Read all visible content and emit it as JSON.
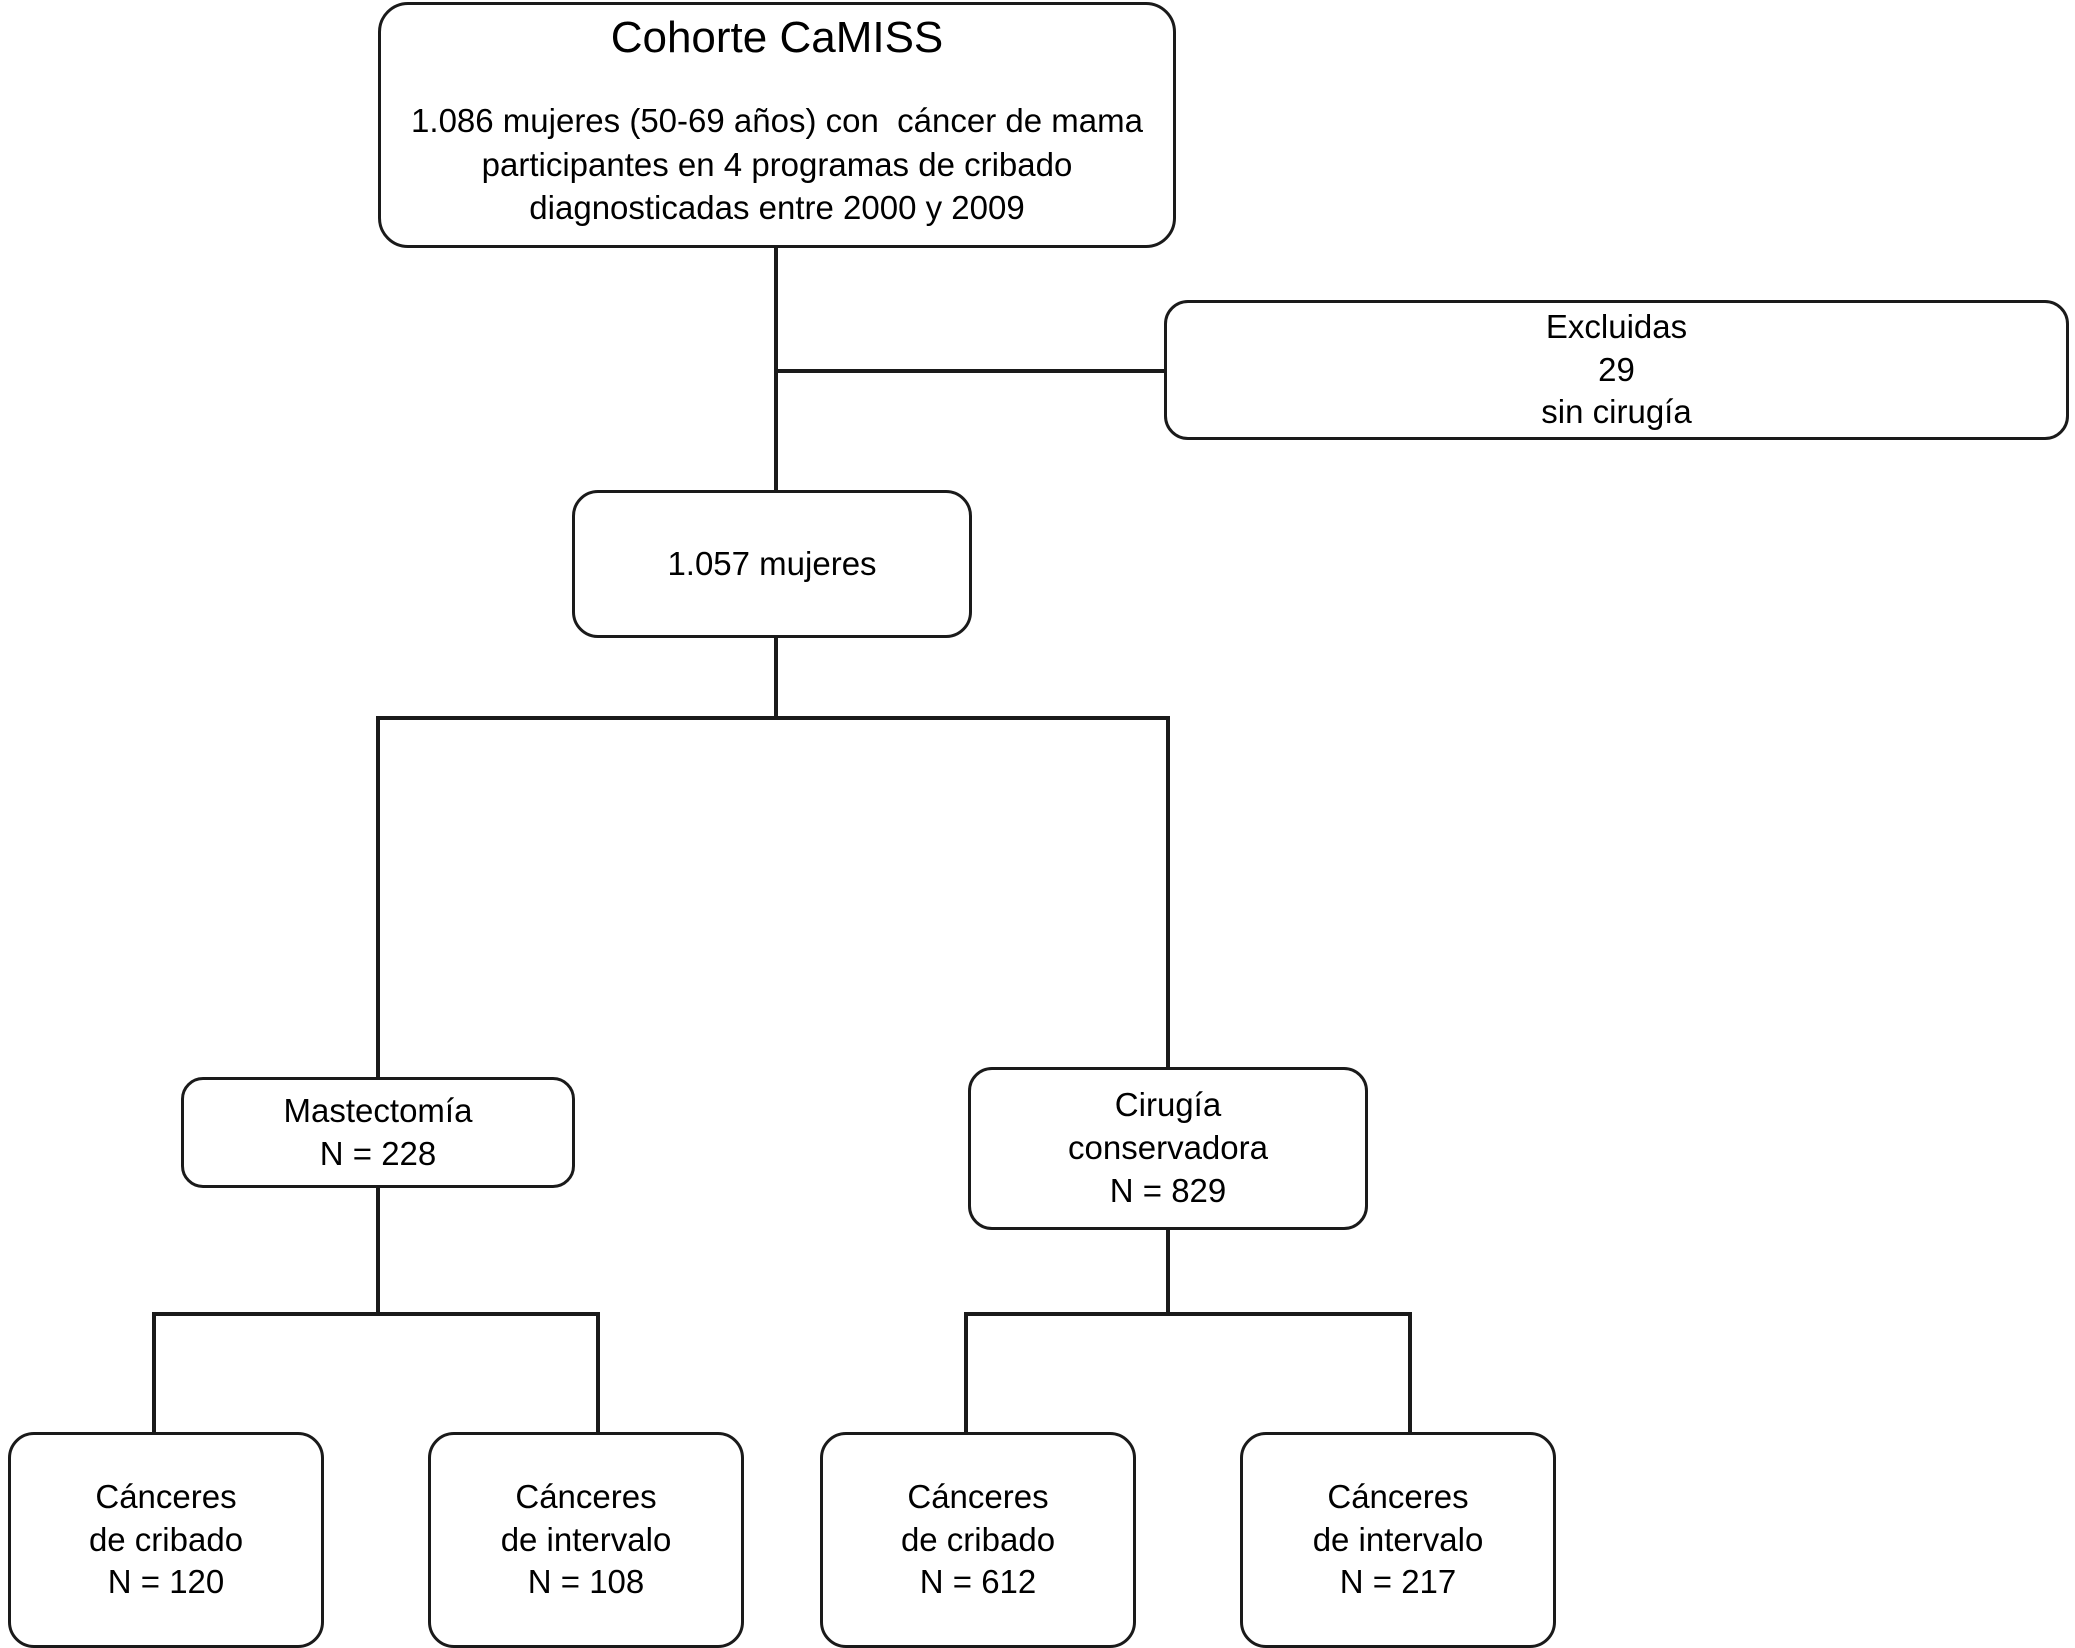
{
  "diagram": {
    "type": "flowchart",
    "title": "Cohorte CaMISS study flow diagram",
    "language": "es",
    "stroke_color": "#1a1a1a",
    "background_color": "#ffffff"
  },
  "nodes": {
    "cohort": {
      "title": "Cohorte CaMISS",
      "body_line1": "1.086 mujeres (50-69 años) con  cáncer de mama",
      "body_line2": "participantes en 4 programas de cribado",
      "body_line3": "diagnosticadas entre 2000 y 2009"
    },
    "excluidas": {
      "line1": "Excluidas",
      "line2": "29",
      "line3": "sin cirugía"
    },
    "mujeres": {
      "line1": "1.057 mujeres"
    },
    "mastectomia": {
      "line1": "Mastectomía",
      "line2": "N = 228"
    },
    "cirugia": {
      "line1": "Cirugía",
      "line2": "conservadora",
      "line3": "N = 829"
    },
    "leaves": [
      {
        "line1": "Cánceres",
        "line2": "de cribado",
        "line3": "N = 120"
      },
      {
        "line1": "Cánceres",
        "line2": "de intervalo",
        "line3": "N = 108"
      },
      {
        "line1": "Cánceres",
        "line2": "de cribado",
        "line3": "N = 612"
      },
      {
        "line1": "Cánceres",
        "line2": "de intervalo",
        "line3": "N = 217"
      }
    ]
  },
  "chart_data": {
    "type": "flow",
    "title": "Cohorte CaMISS",
    "total_enrolled": 1086,
    "age_range": "50-69",
    "screening_programs": 4,
    "diagnosis_years": "2000-2009",
    "excluded": 29,
    "excluded_reason": "sin cirugía",
    "included": 1057,
    "branches": [
      {
        "name": "Mastectomía",
        "n": 228,
        "children": [
          {
            "name": "Cánceres de cribado",
            "n": 120
          },
          {
            "name": "Cánceres de intervalo",
            "n": 108
          }
        ]
      },
      {
        "name": "Cirugía conservadora",
        "n": 829,
        "children": [
          {
            "name": "Cánceres de cribado",
            "n": 612
          },
          {
            "name": "Cánceres de intervalo",
            "n": 217
          }
        ]
      }
    ]
  }
}
